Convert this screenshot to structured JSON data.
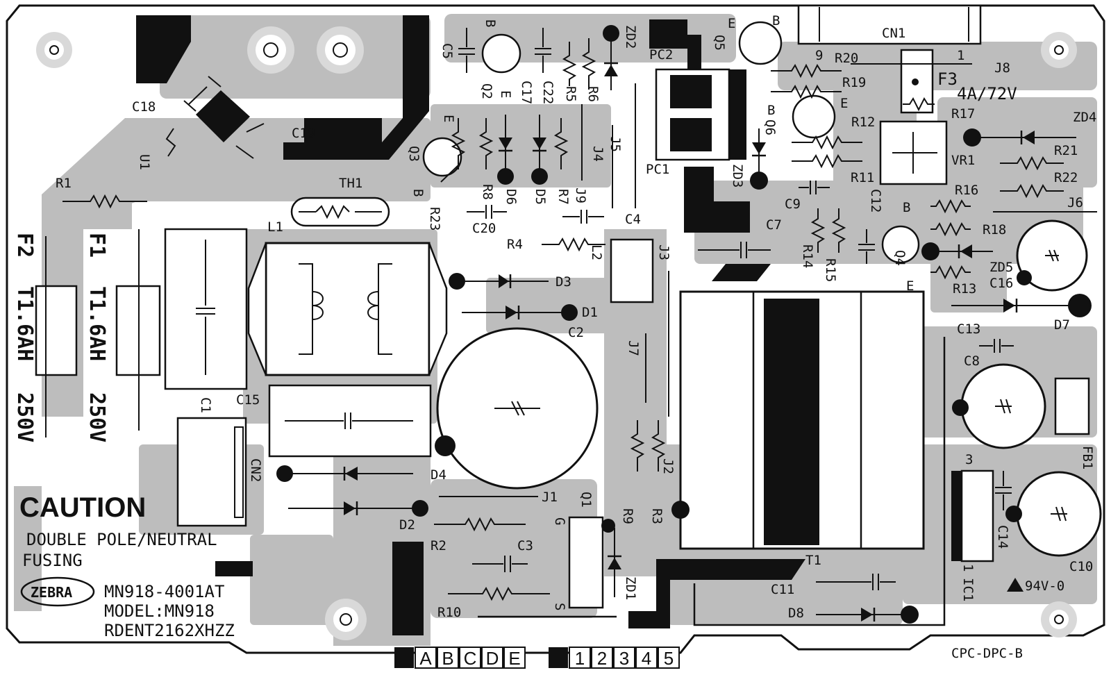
{
  "board": {
    "code": "CPC-DPC-B",
    "rating": "94V-0",
    "model_code": "MN918-4001AT",
    "model_line": "MODEL:MN918",
    "part_no": "RDENT2162XHZZ",
    "logo": "ZEBRA",
    "caution_title": "CAUTION",
    "caution_line1": "DOUBLE POLE/NEUTRAL",
    "caution_line2": "FUSING",
    "fuse_f3": "F3",
    "fuse_f3_rating": "4A/72V",
    "fuse_f1": "F1",
    "fuse_f2": "F2",
    "fuse_rating": "T1.6AH",
    "fuse_voltage": "250V"
  },
  "letter_tiles": [
    "A",
    "B",
    "C",
    "D",
    "E"
  ],
  "number_tiles": [
    "1",
    "2",
    "3",
    "4",
    "5"
  ],
  "labels": {
    "CN1": "CN1",
    "CN2": "CN2",
    "J8": "J8",
    "J1": "J1",
    "J2": "J2",
    "J3": "J3",
    "J4": "J4",
    "J5": "J5",
    "J6": "J6",
    "J7": "J7",
    "J9": "J9",
    "R1": "R1",
    "R2": "R2",
    "R3": "R3",
    "R4": "R4",
    "R5": "R5",
    "R6": "R6",
    "R7": "R7",
    "R8": "R8",
    "R9": "R9",
    "R10": "R10",
    "R11": "R11",
    "R12": "R12",
    "R13": "R13",
    "R14": "R14",
    "R15": "R15",
    "R16": "R16",
    "R17": "R17",
    "R18": "R18",
    "R19": "R19",
    "R20": "R20",
    "R21": "R21",
    "R22": "R22",
    "R23": "R23",
    "C1": "C1",
    "C2": "C2",
    "C3": "C3",
    "C4": "C4",
    "C5": "C5",
    "C7": "C7",
    "C8": "C8",
    "C9": "C9",
    "C10": "C10",
    "C11": "C11",
    "C12": "C12",
    "C13": "C13",
    "C14": "C14",
    "C15": "C15",
    "C16": "C16",
    "C17": "C17",
    "C18": "C18",
    "C19": "C19",
    "C20": "C20",
    "C22": "C22",
    "D1": "D1",
    "D2": "D2",
    "D3": "D3",
    "D4": "D4",
    "D5": "D5",
    "D6": "D6",
    "D7": "D7",
    "D8": "D8",
    "ZD1": "ZD1",
    "ZD2": "ZD2",
    "ZD3": "ZD3",
    "ZD4": "ZD4",
    "ZD5": "ZD5",
    "Q1": "Q1",
    "Q2": "Q2",
    "Q3": "Q3",
    "Q4": "Q4",
    "Q5": "Q5",
    "Q6": "Q6",
    "PC1": "PC1",
    "PC2": "PC2",
    "L1": "L1",
    "L2": "L2",
    "T1": "T1",
    "TH1": "TH1",
    "U1": "U1",
    "VR1": "VR1",
    "IC1": "IC1",
    "FB1": "FB1",
    "pin_E": "E",
    "pin_B": "B",
    "pin_G": "G",
    "pin_S": "S",
    "pin_1": "1",
    "pin_3": "3",
    "pin_9": "9"
  }
}
